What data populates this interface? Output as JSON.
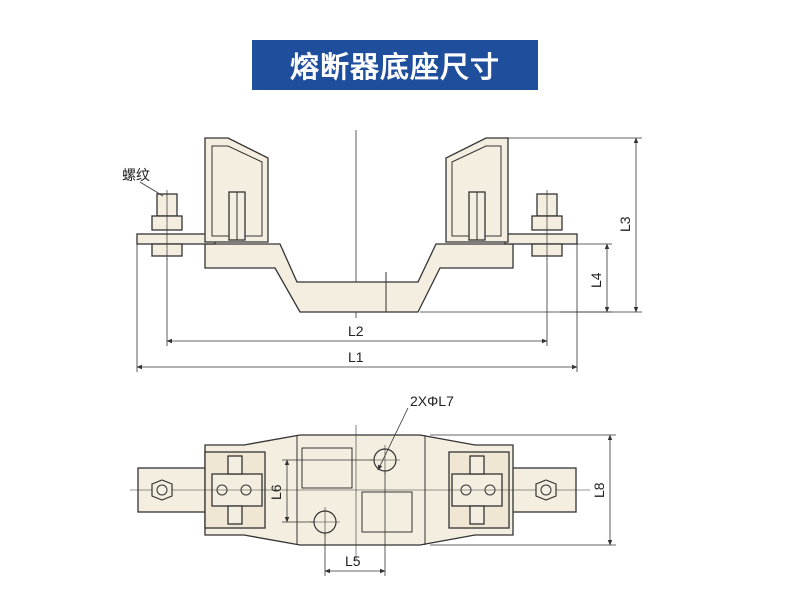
{
  "title": "熔断器底座尺寸",
  "labels": {
    "thread": "螺纹",
    "L1": "L1",
    "L2": "L2",
    "L3": "L3",
    "L4": "L4",
    "L5": "L5",
    "L6": "L6",
    "L7": "2XΦL7",
    "L8": "L8"
  },
  "colors": {
    "title_bg": "#1f4e9c",
    "part_fill": "#f4eee0",
    "stroke": "#333333"
  }
}
